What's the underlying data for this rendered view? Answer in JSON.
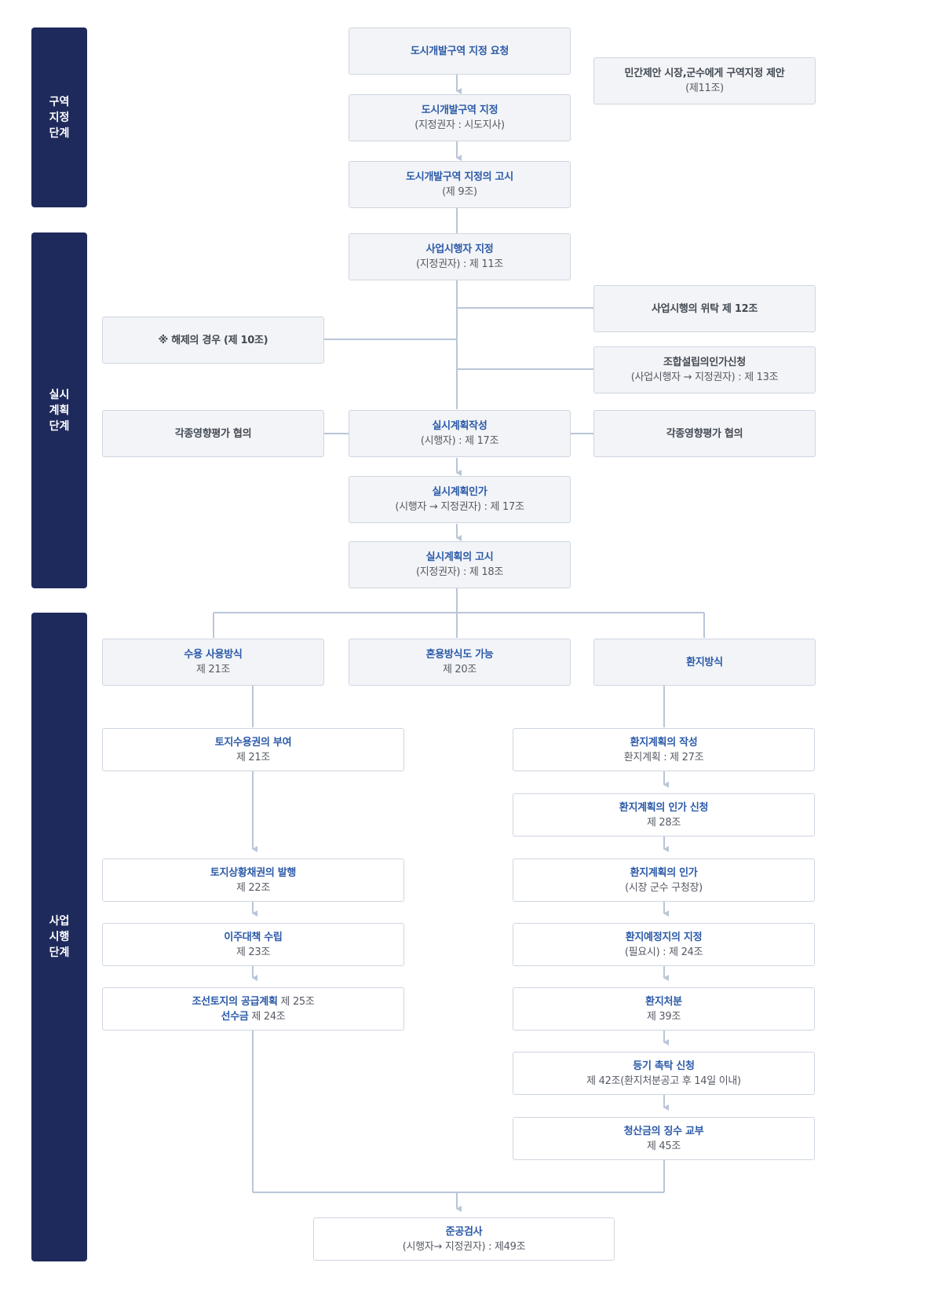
{
  "stages": {
    "designation": "구역\n지정\n단계",
    "planning": "실시\n계획\n단계",
    "execution": "사업\n시행\n단계"
  },
  "designation": {
    "request": "도시개발구역 지정 요청",
    "designate_title": "도시개발구역 지정",
    "designate_sub": "(지정권자 : 시도지사)",
    "notice_title": "도시개발구역 지정의 고시",
    "notice_sub": "(제 9조)",
    "private_title": "민간제안 시장,군수에게 구역지정 제안",
    "private_sub": "(제11조)"
  },
  "planning": {
    "operator_title": "사업시행자 지정",
    "operator_sub": "(지정권자) : 제 11조",
    "entrust": "사업시행의 위탁 제 12조",
    "cancel": "※ 해제의 경우 (제 10조)",
    "union_title": "조합설립의인가신청",
    "union_sub": "(사업시행자 → 지정권자) : 제 13조",
    "consult_left": "각종영향평가 협의",
    "consult_right": "각종영향평가 협의",
    "draft_title": "실시계획작성",
    "draft_sub": "(시행자) : 제 17조",
    "approve_title": "실시계획인가",
    "approve_sub": "(시행자 → 지정권자) : 제 17조",
    "notice_title": "실시계획의 고시",
    "notice_sub": "(지정권자) : 제 18조"
  },
  "execution": {
    "method_expropriation_title": "수용 사용방식",
    "method_expropriation_sub": "제 21조",
    "method_mixed_title": "혼용방식도 가능",
    "method_mixed_sub": "제 20조",
    "method_replot_title": "환지방식",
    "land_right_title": "토지수용권의 부여",
    "land_right_sub": "제 21조",
    "bond_title": "토지상황채권의 발행",
    "bond_sub": "제 22조",
    "relocation_title": "이주대책 수립",
    "relocation_sub": "제 23조",
    "supply_title": "조선토지의 공급계획",
    "supply_article": "제 25조",
    "advance_title": "선수금",
    "advance_article": "제 24조",
    "replot_plan_title": "환지계획의 작성",
    "replot_plan_sub": "환지계획 : 제 27조",
    "replot_apply_title": "환지계획의 인가 신청",
    "replot_apply_sub": "제 28조",
    "replot_approve_title": "환지계획의 인가",
    "replot_approve_sub": "(시장 군수 구청장)",
    "replot_reserve_title": "환지예정지의 지정",
    "replot_reserve_sub": "(필요시) : 제 24조",
    "replot_dispose_title": "환지처분",
    "replot_dispose_sub": "제 39조",
    "registry_title": "등기 촉탁 신청",
    "registry_sub": "제 42조(환지처분공고 후 14일 이내)",
    "settlement_title": "청산금의 징수 교부",
    "settlement_sub": "제 45조",
    "completion_title": "준공검사",
    "completion_sub": "(시행자→ 지정권자) : 제49조"
  },
  "colors": {
    "stage_bar": "#1f2a5c",
    "title_text": "#2b5aa8",
    "box_fill": "#f2f4f7",
    "box_border": "#cfd6e0",
    "connector": "#b9c6d8"
  }
}
